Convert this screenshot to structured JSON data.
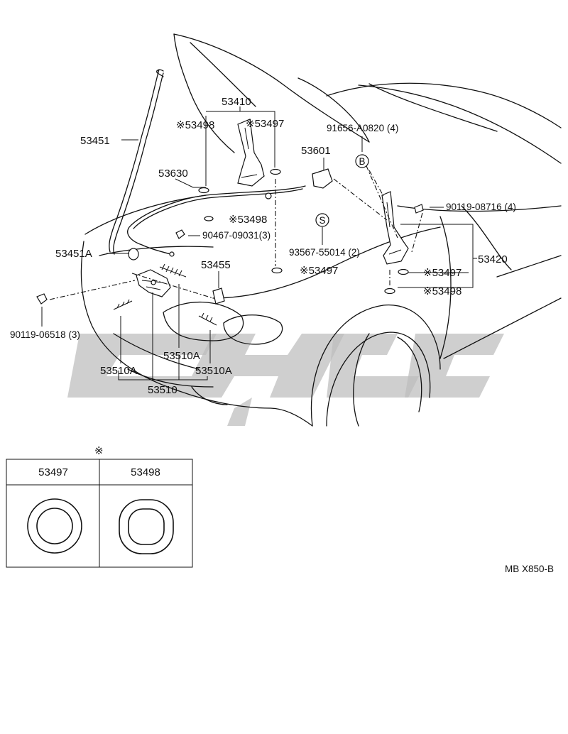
{
  "diagram": {
    "code": "MB X850-B",
    "labels": {
      "p53410": "53410",
      "p53498_top": "※53498",
      "p53497_top": "※53497",
      "p91656": "91656-A0820 (4)",
      "p53451": "53451",
      "p53601": "53601",
      "p53630": "53630",
      "p53498_mid": "※53498",
      "p90119_08716": "90119-08716 (4)",
      "p90467": "90467-09031(3)",
      "p93567": "93567-55014 (2)",
      "p53451a": "53451A",
      "p53420": "53420",
      "p53455": "53455",
      "p53497_mid": "※53497",
      "p53497_right": "※53497",
      "p53498_right": "※53498",
      "p90119_06518": "90119-06518 (3)",
      "p53510a_top": "53510A",
      "p53510a_left": "53510A",
      "p53510a_right": "53510A",
      "p53510": "53510"
    },
    "markers": {
      "b": "B",
      "s": "S"
    }
  },
  "legend": {
    "symbol": "※",
    "col1": "53497",
    "col2": "53498"
  },
  "watermark": {
    "color": "#bdbdbd"
  }
}
